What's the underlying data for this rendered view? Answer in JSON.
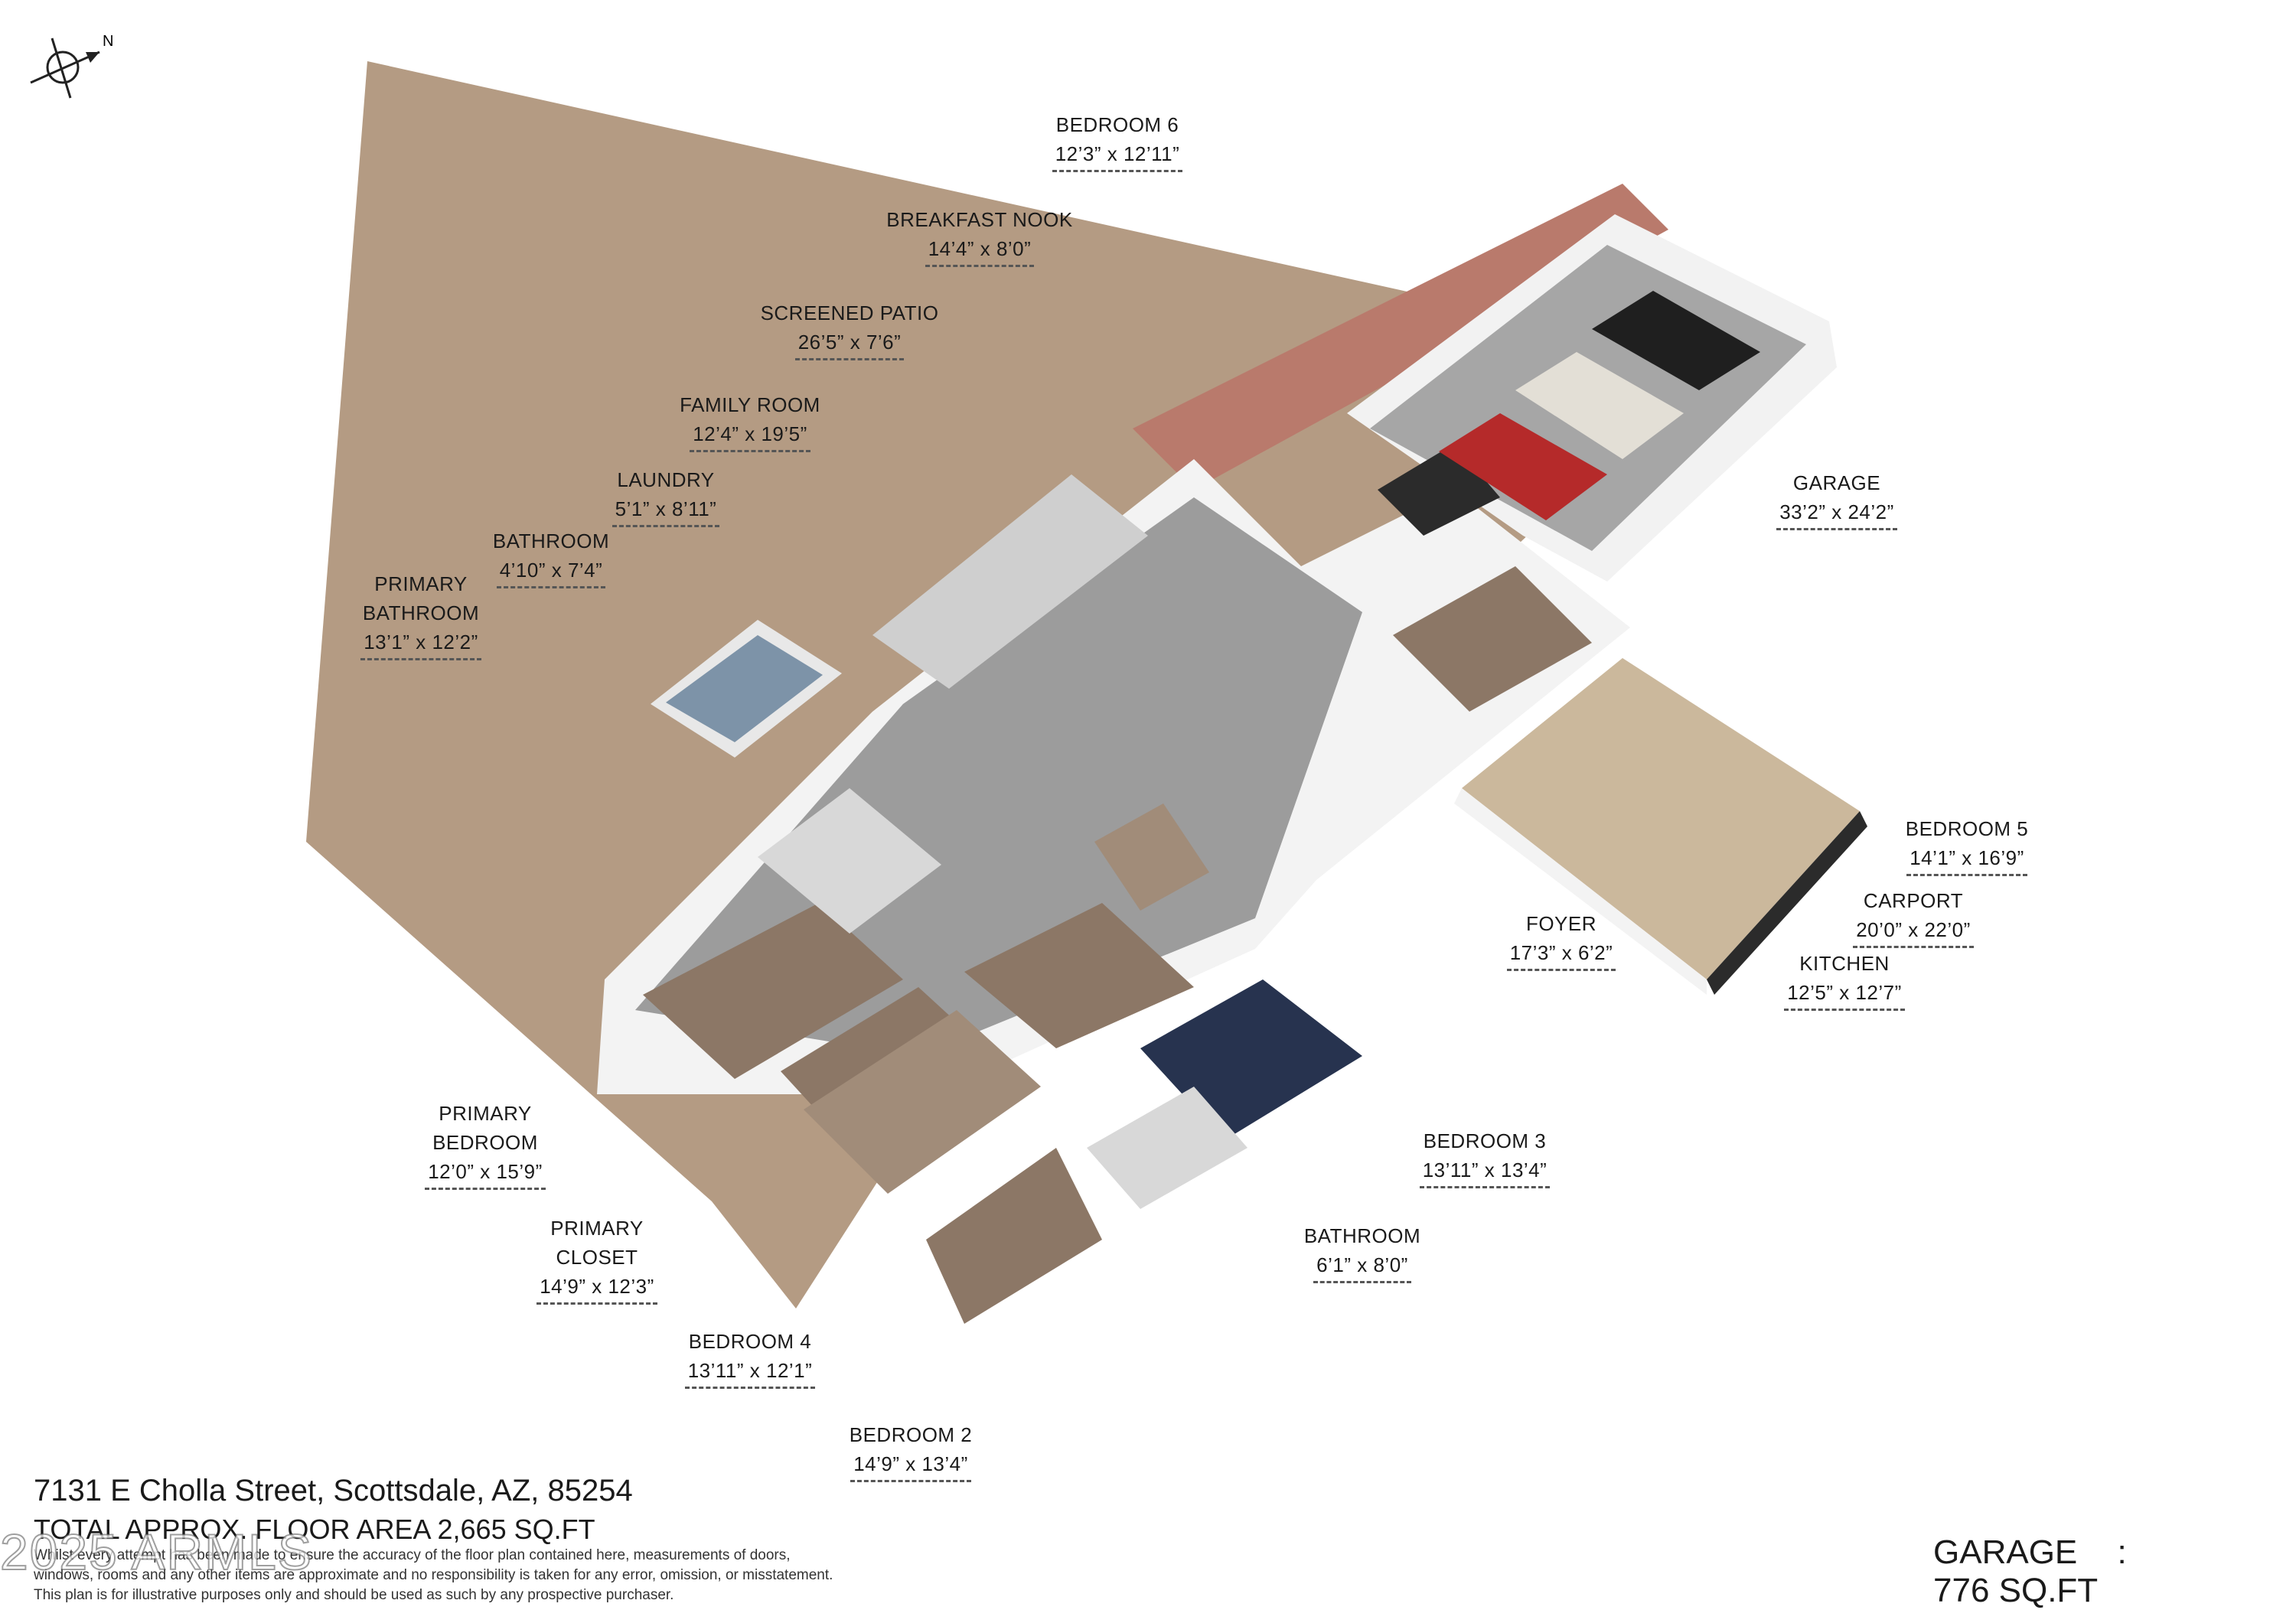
{
  "compass": {
    "north_label": "N"
  },
  "rooms": [
    {
      "id": "bedroom-6",
      "name": "BEDROOM 6",
      "dims": "12’3” x 12’11”"
    },
    {
      "id": "breakfast-nook",
      "name": "BREAKFAST NOOK",
      "dims": "14’4” x 8’0”"
    },
    {
      "id": "screened-patio",
      "name": "SCREENED PATIO",
      "dims": "26’5” x 7’6”"
    },
    {
      "id": "family-room",
      "name": "FAMILY ROOM",
      "dims": "12’4” x 19’5”"
    },
    {
      "id": "laundry",
      "name": "LAUNDRY",
      "dims": "5’1” x 8’11”"
    },
    {
      "id": "bathroom-hall",
      "name": "BATHROOM",
      "dims": "4’10” x 7’4”"
    },
    {
      "id": "primary-bathroom",
      "name": "PRIMARY\nBATHROOM",
      "dims": "13’1” x 12’2”"
    },
    {
      "id": "garage",
      "name": "GARAGE",
      "dims": "33’2” x 24’2”"
    },
    {
      "id": "bedroom-5",
      "name": "BEDROOM 5",
      "dims": "14’1” x 16’9”"
    },
    {
      "id": "carport",
      "name": "CARPORT",
      "dims": "20’0” x 22’0”"
    },
    {
      "id": "kitchen",
      "name": "KITCHEN",
      "dims": "12’5” x 12’7”"
    },
    {
      "id": "foyer",
      "name": "FOYER",
      "dims": "17’3” x 6’2”"
    },
    {
      "id": "primary-bedroom",
      "name": "PRIMARY\nBEDROOM",
      "dims": "12’0” x 15’9”"
    },
    {
      "id": "primary-closet",
      "name": "PRIMARY\nCLOSET",
      "dims": "14’9” x 12’3”"
    },
    {
      "id": "bedroom-3",
      "name": "BEDROOM 3",
      "dims": "13’11” x 13’4”"
    },
    {
      "id": "bathroom-2",
      "name": "BATHROOM",
      "dims": "6’1” x 8’0”"
    },
    {
      "id": "bedroom-4",
      "name": "BEDROOM 4",
      "dims": "13’11” x 12’1”"
    },
    {
      "id": "bedroom-2",
      "name": "BEDROOM 2",
      "dims": "14’9” x 13’4”"
    }
  ],
  "footer": {
    "address": "7131 E Cholla Street, Scottsdale, AZ, 85254",
    "total_area": "TOTAL APPROX. FLOOR AREA 2,665 SQ.FT",
    "disclaimer": [
      "Whilst every attempt has been made to ensure the accuracy of the floor plan contained here, measurements of doors,",
      "windows, rooms and any other items are approximate and no responsibility is taken for any error, omission, or misstatement.",
      "This plan is for illustrative purposes only and should be used as such by any prospective purchaser."
    ],
    "garage_label": "GARAGE",
    "garage_sep": ":",
    "garage_area": "776 SQ.FT"
  },
  "watermark": "2025 ARMLS",
  "colors": {
    "ground": "#b39a82",
    "floor_gray": "#9e9e9e",
    "floor_wood": "#8c7766",
    "garage_floor": "#a5a5a5",
    "carport": "#c9b79a",
    "wall": "#f2f2f2",
    "wall_top": "#2b2b2b",
    "accent_navy": "#24324f",
    "brick": "#b9776a"
  }
}
